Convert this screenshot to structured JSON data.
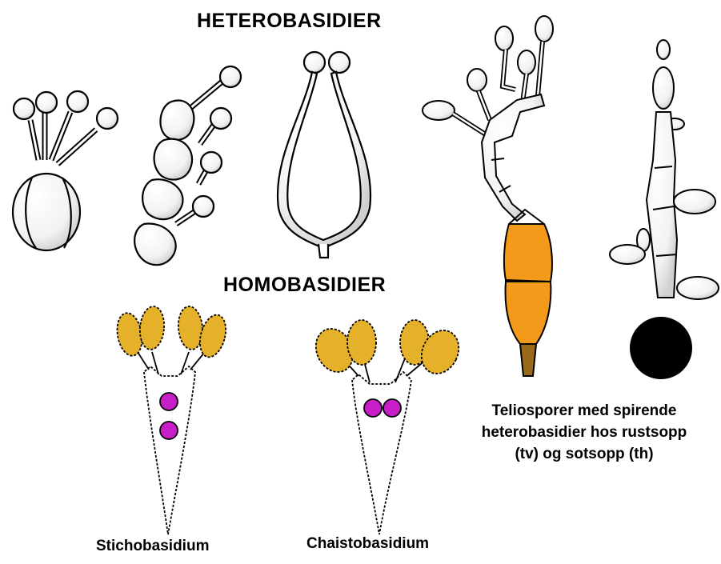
{
  "headings": {
    "heterobasidia": "HETEROBASIDIER",
    "homobasidia": "HOMOBASIDIER"
  },
  "captions": {
    "stichobasidium": "Stichobasidium",
    "chaistobasidium": "Chaistobasidium"
  },
  "teliospore_note": {
    "line1": "Teliosporer med spirende",
    "line2": "heterobasidier hos rustsopp",
    "line3": "(tv) og sotsopp (th)"
  },
  "colors": {
    "outline": "#000000",
    "cell_fill": "#ffffff",
    "shade": "#dddddd",
    "spore_yellow": "#e6b12a",
    "nucleus_magenta": "#c81ec8",
    "teliospore_orange": "#f39a1a",
    "stalk_brown": "#9a6a1a",
    "smut_black": "#000000"
  }
}
